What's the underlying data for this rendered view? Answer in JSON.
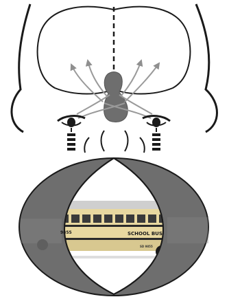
{
  "figure": {
    "top_panel": {
      "description_icon": "brain-visual-pathway-icon"
    },
    "bottom_panel": {
      "bus": {
        "side_label": "SCHOOL BUS",
        "bus_number": "9855",
        "small_text": "SD 9855"
      }
    },
    "colors": {
      "outline": "#1a1a1a",
      "gray_fill": "#6e6e6e",
      "lens_fill": "#ffffff",
      "bus_body": "#e6c24a",
      "bus_stripe": "#2a2a2a"
    }
  }
}
